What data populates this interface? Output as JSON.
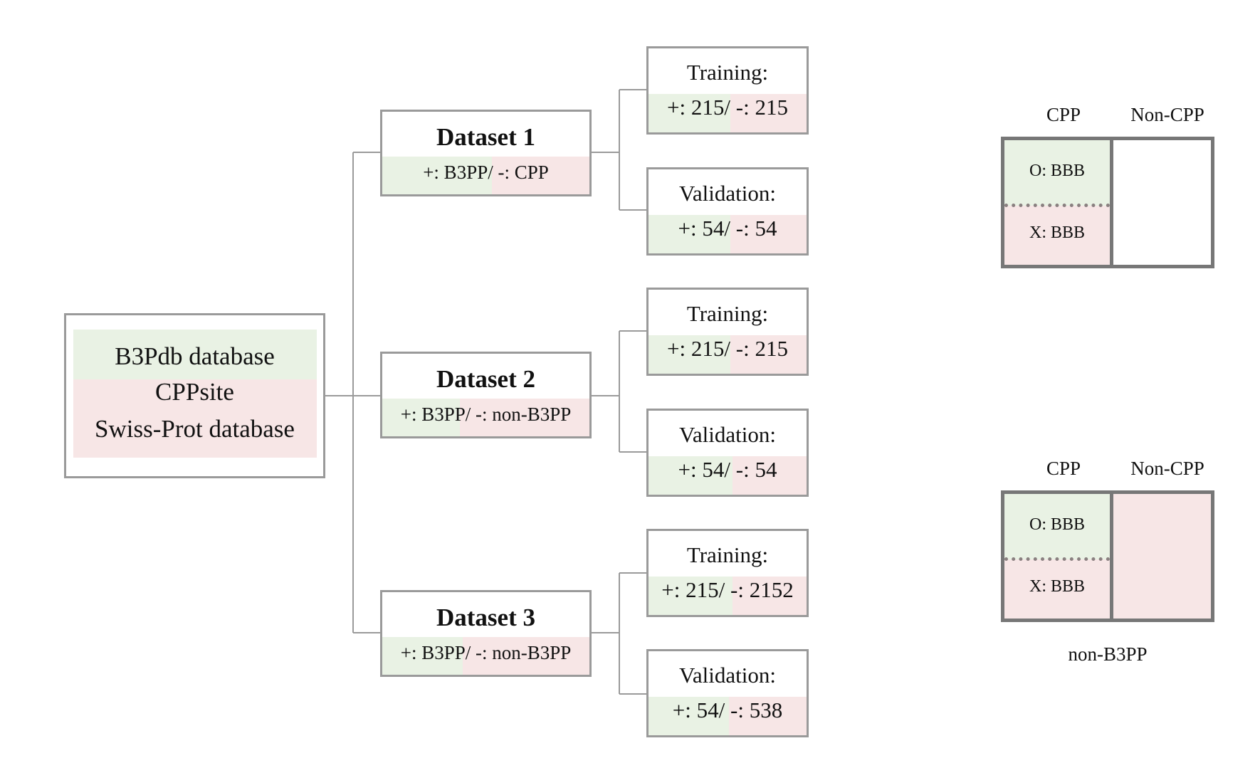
{
  "colors": {
    "green": "#e9f2e4",
    "pink": "#f7e6e6",
    "border": "#9a9a9a",
    "line": "#9a9a9a",
    "legend_border": "#777777",
    "dots": "#8a8080"
  },
  "source": {
    "line1": "B3Pdb database",
    "line2": "CPPsite",
    "line3": "Swiss-Prot database"
  },
  "datasets": [
    {
      "title": "Dataset 1",
      "sub_pos": "+: B3PP/",
      "sub_neg": " -: CPP",
      "training": {
        "label": "Training:",
        "pos": "+: 215/",
        "neg": " -: 215"
      },
      "validation": {
        "label": "Validation:",
        "pos": "+: 54/",
        "neg": " -: 54"
      }
    },
    {
      "title": "Dataset 2",
      "sub_pos": "+: B3PP/",
      "sub_neg": " -: non-B3PP",
      "training": {
        "label": "Training:",
        "pos": "+: 215/",
        "neg": " -: 215"
      },
      "validation": {
        "label": "Validation:",
        "pos": "+: 54/",
        "neg": " -: 54"
      }
    },
    {
      "title": "Dataset 3",
      "sub_pos": "+: B3PP/",
      "sub_neg": " -: non-B3PP",
      "training": {
        "label": "Training:",
        "pos": "+: 215/",
        "neg": " -: 2152"
      },
      "validation": {
        "label": "Validation:",
        "pos": "+: 54/",
        "neg": " -: 538"
      }
    }
  ],
  "legend1": {
    "col1": "CPP",
    "col2": "Non-CPP",
    "top_cell": "O: BBB",
    "bottom_cell": "X: BBB"
  },
  "legend2": {
    "col1": "CPP",
    "col2": "Non-CPP",
    "top_cell": "O: BBB",
    "bottom_cell": "X: BBB",
    "caption": "non-B3PP"
  }
}
